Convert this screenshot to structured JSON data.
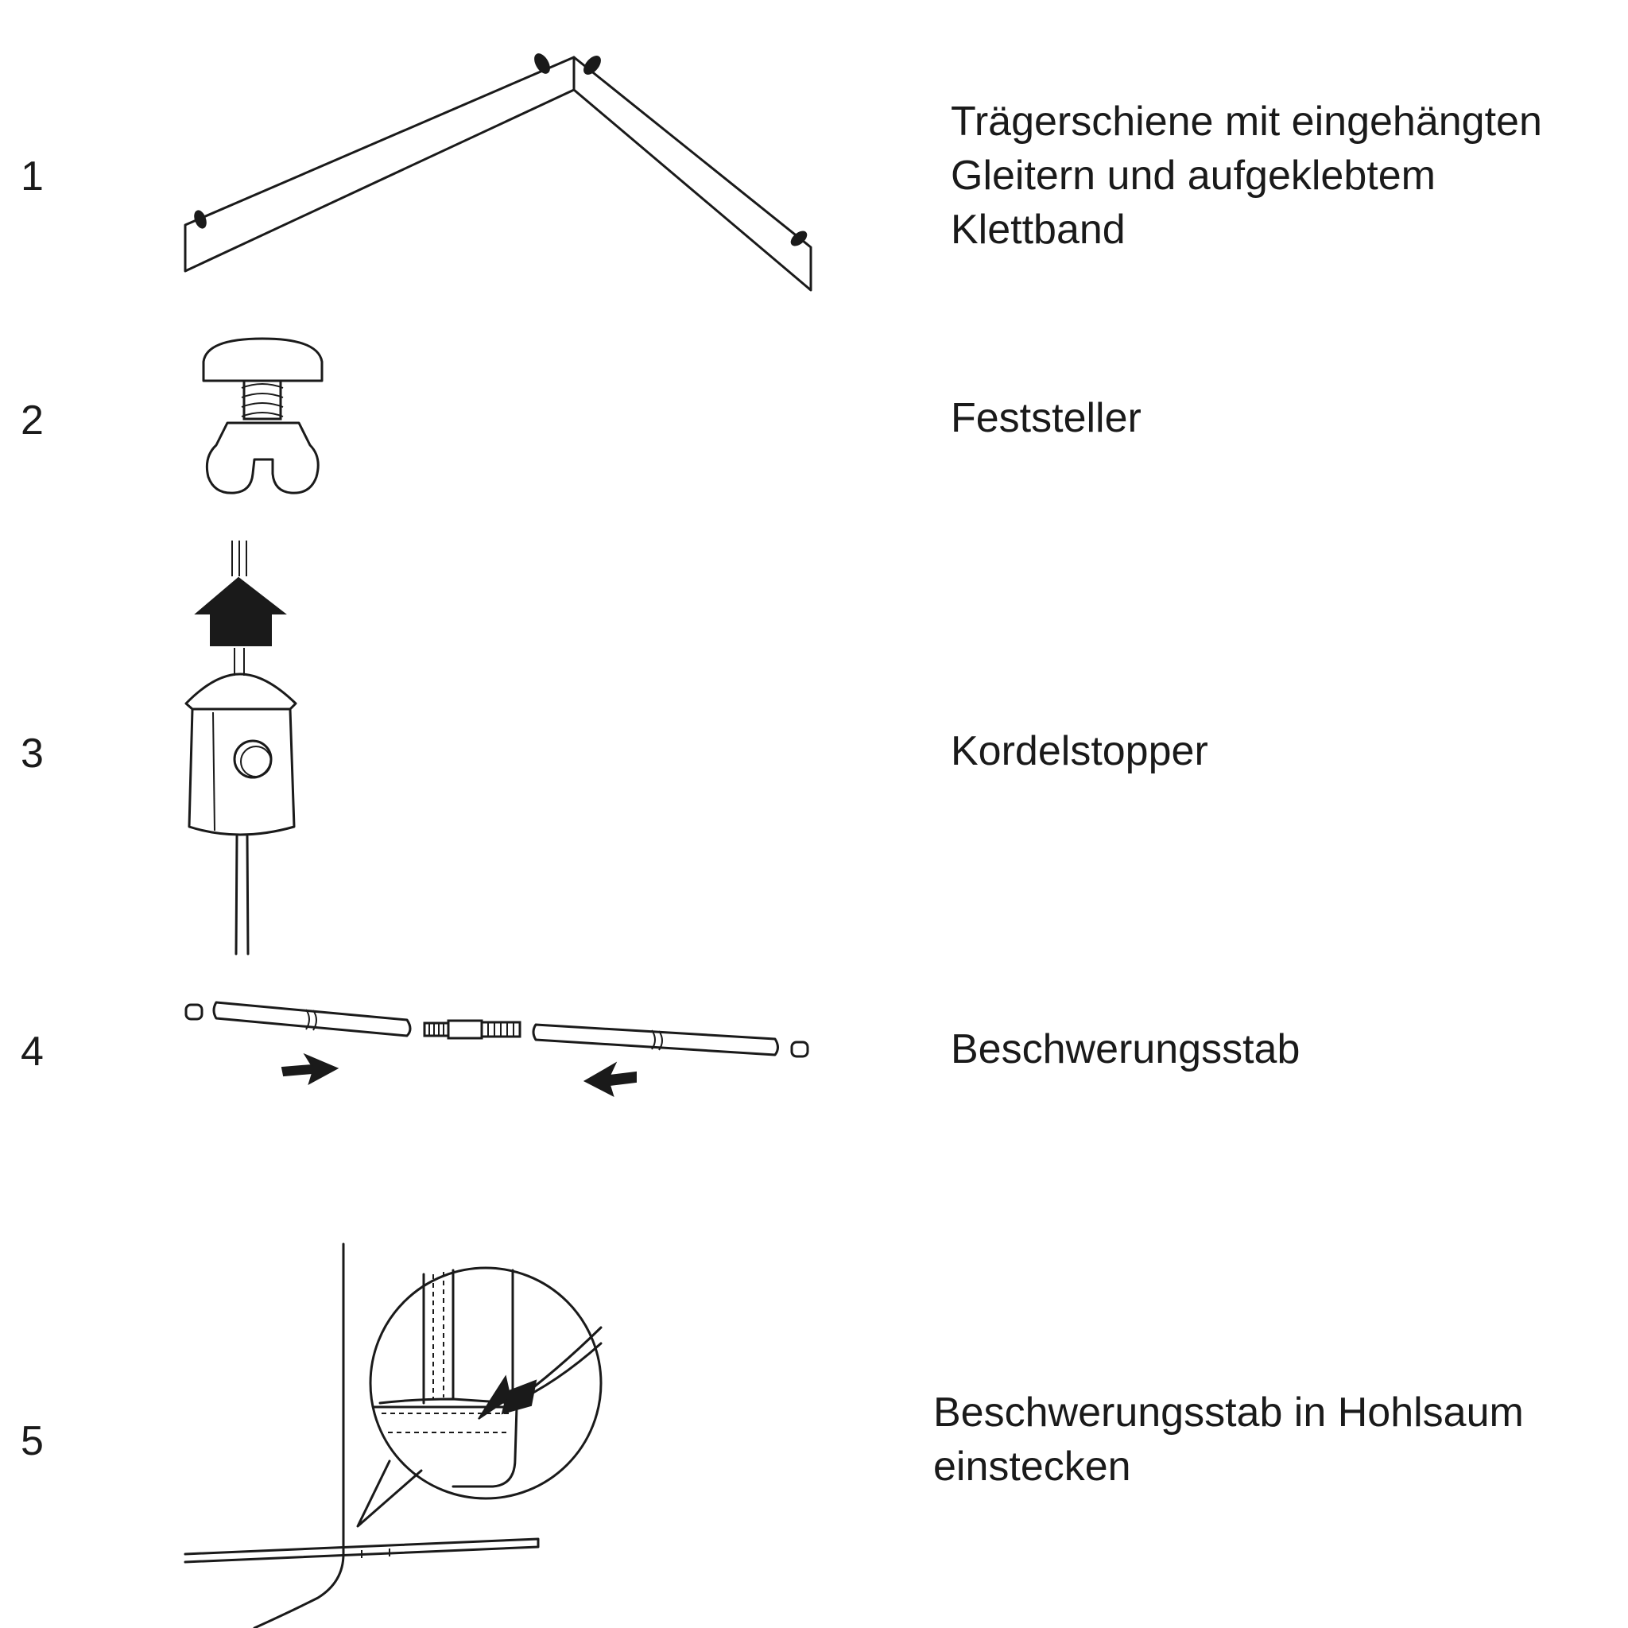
{
  "items": [
    {
      "number": "1",
      "label_lines": [
        "Trägerschiene mit eingehängten",
        "Gleitern und aufgeklebtem",
        "Klettband"
      ],
      "icon": "carrier-rail-icon"
    },
    {
      "number": "2",
      "label_lines": [
        "Feststeller"
      ],
      "icon": "lock-knob-icon"
    },
    {
      "number": "3",
      "label_lines": [
        "Kordelstopper"
      ],
      "icon": "cord-stopper-icon"
    },
    {
      "number": "4",
      "label_lines": [
        "Beschwerungsstab"
      ],
      "icon": "weight-bar-icon"
    },
    {
      "number": "5",
      "label_lines": [
        "Beschwerungsstab in Hohlsaum",
        "einstecken"
      ],
      "icon": "insert-bar-hem-icon"
    }
  ]
}
